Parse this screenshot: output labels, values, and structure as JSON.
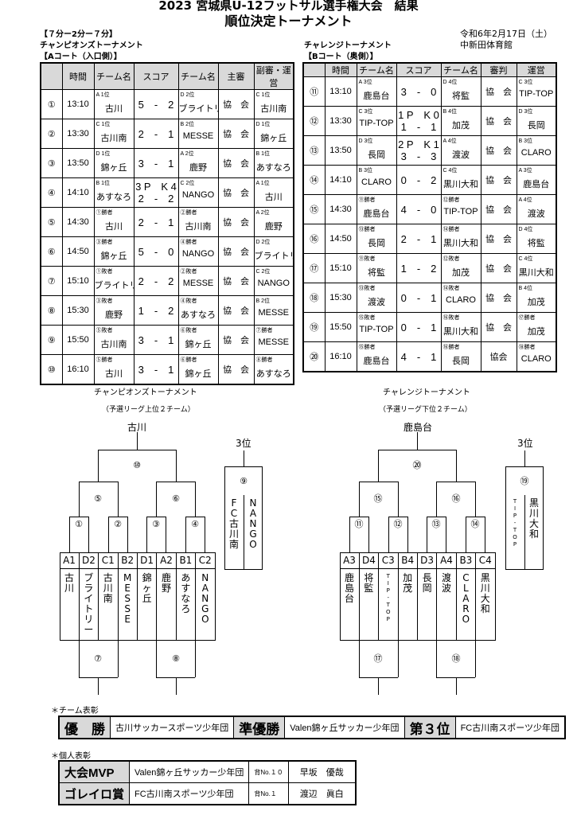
{
  "header": {
    "title": "2023 宮城県U-12フットサル選手権大会　結果",
    "subtitle": "順位決定トーナメント",
    "format": "【７分ー2分ー７分】",
    "date": "令和6年2月17日（土）",
    "venue": "中新田体育館"
  },
  "champions": {
    "label": "チャンピオンズトーナメント",
    "court": "【Aコート（入口側）】",
    "headers": [
      "",
      "時間",
      "チーム名",
      "スコア",
      "チーム名",
      "主審",
      "副審・運営"
    ],
    "rows": [
      {
        "no": "①",
        "time": "13:10",
        "t1tag": "A 1位",
        "t1": "古川",
        "score": "5　-　2",
        "t2tag": "D 2位",
        "t2": "ブライトリー",
        "ref": "協　会",
        "sub_tag": "C 1位",
        "sub": "古川南"
      },
      {
        "no": "②",
        "time": "13:30",
        "t1tag": "C 1位",
        "t1": "古川南",
        "score": "2　-　1",
        "t2tag": "B 2位",
        "t2": "MESSE",
        "ref": "協　会",
        "sub_tag": "D 1位",
        "sub": "錦ヶ丘"
      },
      {
        "no": "③",
        "time": "13:50",
        "t1tag": "D 1位",
        "t1": "錦ヶ丘",
        "score": "3　-　1",
        "t2tag": "A 2位",
        "t2": "鹿野",
        "ref": "協　会",
        "sub_tag": "B 1位",
        "sub": "あすなろ"
      },
      {
        "no": "④",
        "time": "14:10",
        "t1tag": "B 1位",
        "t1": "あすなろ",
        "score": "3 P　K 4\n2　-　2",
        "t2tag": "C 2位",
        "t2": "NANGO",
        "ref": "協　会",
        "sub_tag": "A 1位",
        "sub": "古川"
      },
      {
        "no": "⑤",
        "time": "14:30",
        "t1tag": "①勝者",
        "t1": "古川",
        "score": "2　-　1",
        "t2tag": "②勝者",
        "t2": "古川南",
        "ref": "協　会",
        "sub_tag": "A 2位",
        "sub": "鹿野"
      },
      {
        "no": "⑥",
        "time": "14:50",
        "t1tag": "③勝者",
        "t1": "錦ヶ丘",
        "score": "5　-　0",
        "t2tag": "④勝者",
        "t2": "NANGO",
        "ref": "協　会",
        "sub_tag": "D 2位",
        "sub": "ブライトリー"
      },
      {
        "no": "⑦",
        "time": "15:10",
        "t1tag": "①敗者",
        "t1": "ブライトリー",
        "score": "2　-　2",
        "t2tag": "②敗者",
        "t2": "MESSE",
        "ref": "協　会",
        "sub_tag": "C 2位",
        "sub": "NANGO"
      },
      {
        "no": "⑧",
        "time": "15:30",
        "t1tag": "③敗者",
        "t1": "鹿野",
        "score": "1　-　2",
        "t2tag": "④敗者",
        "t2": "あすなろ",
        "ref": "協　会",
        "sub_tag": "B 2位",
        "sub": "MESSE"
      },
      {
        "no": "⑨",
        "time": "15:50",
        "t1tag": "⑤敗者",
        "t1": "古川南",
        "score": "3　-　1",
        "t2tag": "⑥敗者",
        "t2": "錦ヶ丘",
        "ref": "協　会",
        "sub_tag": "⑦勝者",
        "sub": "MESSE"
      },
      {
        "no": "⑩",
        "time": "16:10",
        "t1tag": "⑤勝者",
        "t1": "古川",
        "score": "3　-　1",
        "t2tag": "⑥勝者",
        "t2": "錦ヶ丘",
        "ref": "協　会",
        "sub_tag": "⑧勝者",
        "sub": "あすなろ"
      }
    ]
  },
  "challenge": {
    "label": "チャレンジトーナメント",
    "court": "【Bコート（奥側）】",
    "headers": [
      "",
      "時間",
      "チーム名",
      "スコア",
      "チーム名",
      "審判",
      "運営"
    ],
    "rows": [
      {
        "no": "⑪",
        "time": "13:10",
        "t1tag": "A 3位",
        "t1": "鹿島台",
        "score": "3　-　0",
        "t2tag": "D 4位",
        "t2": "将監",
        "ref": "協　会",
        "sub_tag": "C 3位",
        "sub": "TIP-TOP"
      },
      {
        "no": "⑫",
        "time": "13:30",
        "t1tag": "C 3位",
        "t1": "TIP-TOP",
        "score": "1 P　K 0\n1　-　1",
        "t2tag": "B 4位",
        "t2": "加茂",
        "ref": "協　会",
        "sub_tag": "D 3位",
        "sub": "長岡"
      },
      {
        "no": "⑬",
        "time": "13:50",
        "t1tag": "D 3位",
        "t1": "長岡",
        "score": "2 P　K 1\n3　-　3",
        "t2tag": "A 4位",
        "t2": "渡波",
        "ref": "協　会",
        "sub_tag": "B 3位",
        "sub": "CLARO"
      },
      {
        "no": "⑭",
        "time": "14:10",
        "t1tag": "B 3位",
        "t1": "CLARO",
        "score": "0　-　2",
        "t2tag": "C 4位",
        "t2": "黒川大和",
        "ref": "協　会",
        "sub_tag": "A 3位",
        "sub": "鹿島台"
      },
      {
        "no": "⑮",
        "time": "14:30",
        "t1tag": "⑪勝者",
        "t1": "鹿島台",
        "score": "4　-　0",
        "t2tag": "⑫勝者",
        "t2": "TIP-TOP",
        "ref": "協　会",
        "sub_tag": "A 4位",
        "sub": "渡波"
      },
      {
        "no": "⑯",
        "time": "14:50",
        "t1tag": "⑬勝者",
        "t1": "長岡",
        "score": "2　-　1",
        "t2tag": "⑭勝者",
        "t2": "黒川大和",
        "ref": "協　会",
        "sub_tag": "D 4位",
        "sub": "将監"
      },
      {
        "no": "⑰",
        "time": "15:10",
        "t1tag": "⑪敗者",
        "t1": "将監",
        "score": "1　-　2",
        "t2tag": "⑫敗者",
        "t2": "加茂",
        "ref": "協　会",
        "sub_tag": "C 4位",
        "sub": "黒川大和"
      },
      {
        "no": "⑱",
        "time": "15:30",
        "t1tag": "⑬敗者",
        "t1": "渡波",
        "score": "0　-　1",
        "t2tag": "⑭敗者",
        "t2": "CLARO",
        "ref": "協　会",
        "sub_tag": "B 4位",
        "sub": "加茂"
      },
      {
        "no": "⑲",
        "time": "15:50",
        "t1tag": "⑮敗者",
        "t1": "TIP-TOP",
        "score": "0　-　1",
        "t2tag": "⑯敗者",
        "t2": "黒川大和",
        "ref": "協　会",
        "sub_tag": "⑰勝者",
        "sub": "加茂"
      },
      {
        "no": "⑳",
        "time": "16:10",
        "t1tag": "⑮勝者",
        "t1": "鹿島台",
        "score": "4　-　1",
        "t2tag": "⑯勝者",
        "t2": "長岡",
        "ref": "協会",
        "sub_tag": "⑱勝者",
        "sub": "CLARO"
      }
    ]
  },
  "bracket_left": {
    "title": "チャンピオンズトーナメント",
    "note": "（予選リーグ上位２チーム）",
    "winner": "古川",
    "third_label": "3位",
    "third_match": "⑨",
    "third_teams": [
      "FC古川南",
      "NANGO"
    ],
    "final": "⑩",
    "semis": [
      "⑤",
      "⑥"
    ],
    "quarters": [
      "①",
      "②",
      "③",
      "④"
    ],
    "seeds": [
      "A1",
      "D2",
      "C1",
      "B2",
      "D1",
      "A2",
      "B1",
      "C2"
    ],
    "teams": [
      "古川",
      "ブライトリー",
      "古川南",
      "MESSE",
      "錦ヶ丘",
      "鹿野",
      "あすなろ",
      "NANGO"
    ],
    "lower": [
      "⑦",
      "⑧"
    ]
  },
  "bracket_right": {
    "title": "チャレンジトーナメント",
    "note": "（予選リーグ下位２チーム）",
    "winner": "鹿島台",
    "third_label": "3位",
    "third_match": "⑲",
    "third_teams": [
      "TIP-TOP",
      "黒川大和"
    ],
    "final": "⑳",
    "semis": [
      "⑮",
      "⑯"
    ],
    "quarters": [
      "⑪",
      "⑫",
      "⑬",
      "⑭"
    ],
    "seeds": [
      "A3",
      "D4",
      "C3",
      "B4",
      "D3",
      "A4",
      "B3",
      "C4"
    ],
    "teams": [
      "鹿島台",
      "将監",
      "TIP-TOP",
      "加茂",
      "長岡",
      "渡波",
      "CLARO",
      "黒川大和"
    ],
    "lower": [
      "⑰",
      "⑱"
    ]
  },
  "team_awards": {
    "label": "＊チーム表彰",
    "items": [
      {
        "title": "優　勝",
        "team": "古川サッカースポーツ少年団"
      },
      {
        "title": "準優勝",
        "team": "Valen錦ヶ丘サッカー少年団"
      },
      {
        "title": "第３位",
        "team": "FC古川南スポーツ少年団"
      }
    ]
  },
  "individual_awards": {
    "label": "＊個人表彰",
    "items": [
      {
        "title": "大会MVP",
        "team": "Valen錦ヶ丘サッカー少年団",
        "num": "背No.１０",
        "name": "早坂　優哉"
      },
      {
        "title": "ゴレイロ賞",
        "team": "FC古川南スポーツ少年団",
        "num": "背No.１",
        "name": "渡辺　眞白"
      }
    ]
  }
}
